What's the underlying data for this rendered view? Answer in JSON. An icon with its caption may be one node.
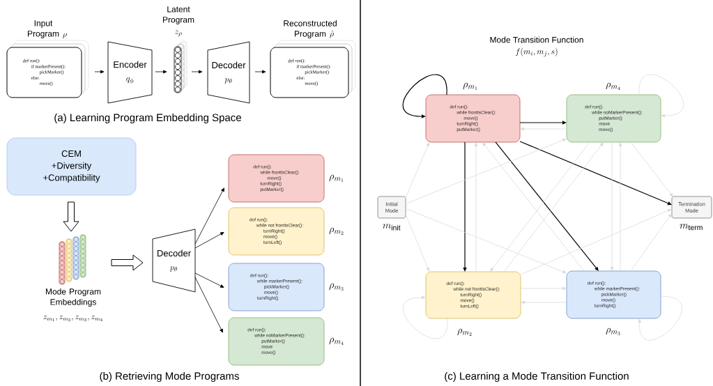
{
  "diagram": {
    "nodes": [
      {
        "text": [
          "def run():",
          "if markerPresent():",
          "pickMarker()",
          "else:",
          "move()"
        ],
        "beside": [
          "Input Program",
          "\\rho"
        ]
      },
      {
        "text": [
          "Encoder",
          "q_\\phi"
        ]
      },
      {
        "text": [],
        "shape": "bar",
        "beside": [
          "Latent Program",
          "z_\\rho"
        ]
      },
      {
        "text": [
          "Decoder",
          "p_\\theta"
        ]
      },
      {
        "text": [
          "def run():",
          "if markerPresent():",
          "pickMarker()",
          "else:",
          "move()"
        ],
        "beside": [
          "Reconstructed Program",
          "\\hat{\\rho}"
        ]
      },
      {
        "text": [
          "CEM",
          "+Diversity",
          "+Compatibility"
        ]
      },
      {
        "text": [],
        "shape": "bar",
        "beside": [
          "Mode Program Embeddings",
          "z_{m_1}, z_{m_2}, z_{m_3}, z_{m_4}"
        ]
      },
      {
        "text": [
          "Decoder",
          "p_\\theta"
        ]
      },
      {
        "text": [
          "def run():",
          "while frontIsClear():",
          "move()",
          "turnRight()",
          "putMarker()"
        ],
        "beside": [
          "\\rho_{m_1}"
        ]
      },
      {
        "text": [
          "def run():",
          "while not frontIsClear():",
          "turnRight()",
          "move()",
          "turnLeft()"
        ],
        "beside": [
          "\\rho_{m_2}"
        ]
      },
      {
        "text": [
          "def run():",
          "while markerPresent():",
          "pickMarker()",
          "move()",
          "turnRight()"
        ],
        "beside": [
          "\\rho_{m_3}"
        ]
      },
      {
        "text": [
          "def run():",
          "while noMarkerPresent():",
          "putMarker()",
          "move",
          "move()"
        ],
        "beside": [
          "\\rho_{m_4}"
        ]
      },
      {
        "text": [
          "def run():",
          "while frontIsClear():",
          "move()",
          "turnRight()",
          "putMarker()"
        ],
        "beside": [
          "\\rho_{m_1}"
        ]
      },
      {
        "text": [
          "def run():",
          "while noMarkerPresent():",
          "putMarker()",
          "move",
          "move()"
        ],
        "beside": [
          "\\rho_{m_4}"
        ]
      },
      {
        "text": [
          "Initial Mode"
        ],
        "beside": [
          "m_{\\mathrm{init}}"
        ]
      },
      {
        "text": [
          "Termination Mode"
        ],
        "beside": [
          "m_{\\mathrm{term}}"
        ]
      },
      {
        "text": [
          "def run():",
          "while not frontIsClear():",
          "turnRight()",
          "move()",
          "turnLeft()"
        ],
        "beside": [
          "\\rho_{m_2}"
        ]
      },
      {
        "text": [
          "def run():",
          "while markerPresent():",
          "pickMarker()",
          "move()",
          "turnRight()"
        ],
        "beside": [
          "\\rho_{m_3}"
        ]
      }
    ],
    "edges": [
      {
        "from": 0,
        "to": 1,
        "arrow": "to",
        "color": "#000000"
      },
      {
        "from": 1,
        "to": 2,
        "arrow": "to",
        "color": "#000000"
      },
      {
        "from": 2,
        "to": 3,
        "arrow": "to",
        "color": "#000000"
      },
      {
        "from": 3,
        "to": 4,
        "arrow": "to",
        "color": "#000000"
      },
      {
        "from": 5,
        "to": 6,
        "arrow": "to",
        "style": "thick",
        "color": "#000000"
      },
      {
        "from": 6,
        "to": 7,
        "arrow": "to",
        "style": "thick",
        "color": "#000000"
      },
      {
        "from": 7,
        "to": 8,
        "arrow": "to",
        "color": "#000000"
      },
      {
        "from": 7,
        "to": 9,
        "arrow": "to",
        "color": "#000000"
      },
      {
        "from": 7,
        "to": 10,
        "arrow": "to",
        "color": "#000000"
      },
      {
        "from": 7,
        "to": 11,
        "arrow": "to",
        "color": "#000000"
      },
      {
        "from": 12,
        "to": 12,
        "arrow": "to",
        "color": "#000000"
      },
      {
        "from": 12,
        "to": 13,
        "arrow": "to",
        "color": "#000000"
      },
      {
        "from": 12,
        "to": 16,
        "arrow": "to",
        "color": "#000000"
      },
      {
        "from": 12,
        "to": 17,
        "arrow": "to",
        "color": "#000000"
      },
      {
        "from": 12,
        "to": 15,
        "arrow": "to",
        "color": "#000000"
      },
      {
        "from": 13,
        "to": 12,
        "arrow": "to"
      },
      {
        "from": 13,
        "to": 13,
        "arrow": "to"
      },
      {
        "from": 16,
        "to": 16,
        "arrow": "to"
      },
      {
        "from": 17,
        "to": 17,
        "arrow": "to"
      },
      {
        "from": 16,
        "to": 17,
        "arrow": "to"
      },
      {
        "from": 17,
        "to": 16,
        "arrow": "to"
      },
      {
        "from": 16,
        "to": 12,
        "arrow": "to"
      },
      {
        "from": 17,
        "to": 12,
        "arrow": "to"
      },
      {
        "from": 13,
        "to": 16,
        "arrow": "to"
      },
      {
        "from": 16,
        "to": 13,
        "arrow": "to"
      },
      {
        "from": 13,
        "to": 17,
        "arrow": "to"
      },
      {
        "from": 17,
        "to": 13,
        "arrow": "to"
      },
      {
        "from": 13,
        "to": 15,
        "arrow": "to"
      },
      {
        "from": 16,
        "to": 15,
        "arrow": "to"
      },
      {
        "from": 17,
        "to": 15,
        "arrow": "to"
      },
      {
        "from": 14,
        "to": 12,
        "arrow": "to"
      },
      {
        "from": 14,
        "to": 13,
        "arrow": "to"
      },
      {
        "from": 14,
        "to": 16,
        "arrow": "to"
      },
      {
        "from": 14,
        "to": 17,
        "arrow": "to"
      }
    ],
    "labels": [
      "(a) Learning Program Embedding Space",
      "(b) Retrieving Mode Programs",
      "Mode Transition Function",
      "f(m_i, m_j, s)",
      "(c) Learning a Mode Transition Function"
    ]
  }
}
